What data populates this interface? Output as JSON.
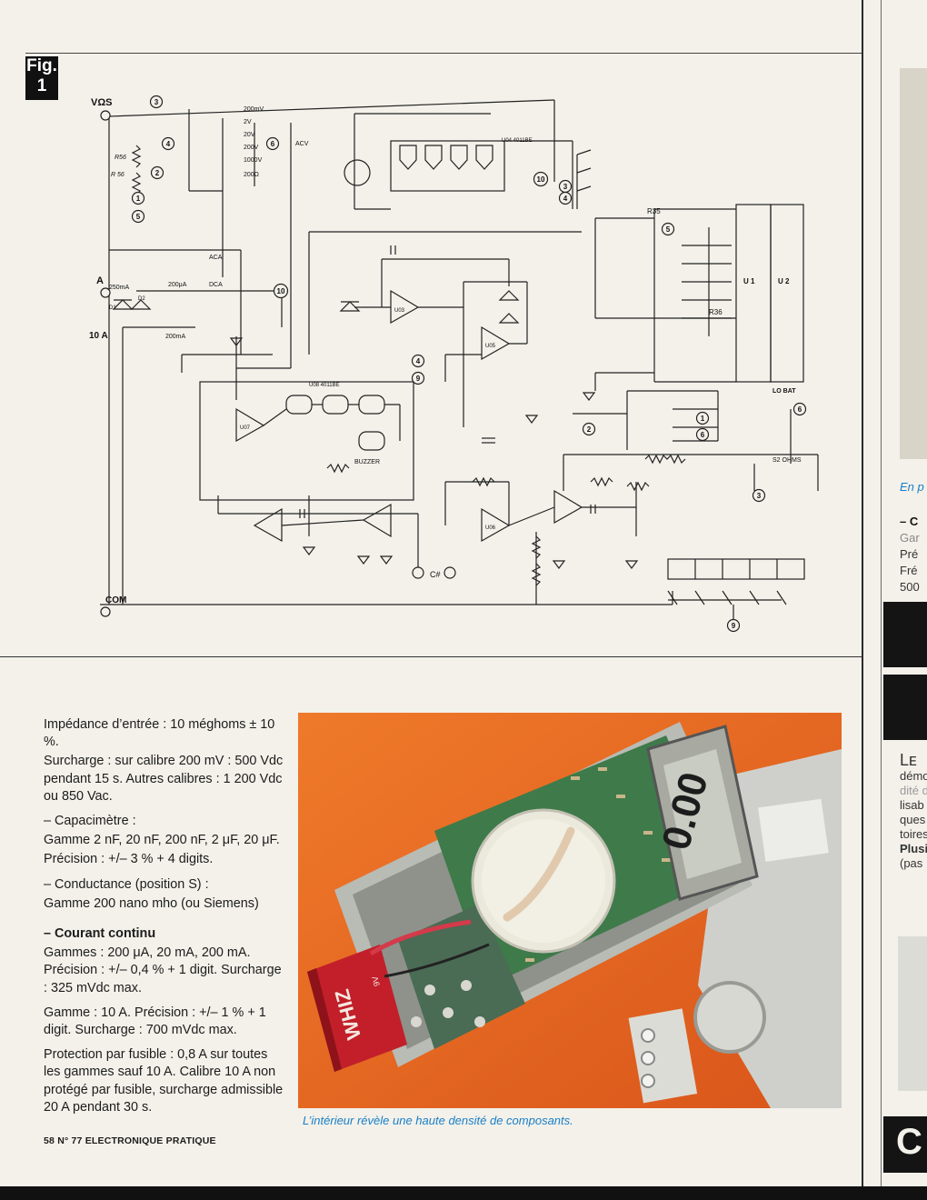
{
  "figure": {
    "label_line1": "Fig.",
    "label_line2": "1"
  },
  "schematic": {
    "terminals": {
      "vohms": "VΩS",
      "amp": "A",
      "ten_amp": "10 A",
      "com": "COM",
      "cx": "C#"
    },
    "ranges_v": [
      "200mV",
      "2V",
      "20V",
      "200V",
      "1000V",
      "200Ω"
    ],
    "ranges_a": [
      "250mA",
      "200μA",
      "200mA"
    ],
    "labels": {
      "acv": "ACV",
      "aca": "ACA",
      "dca": "DCA",
      "lo_bat": "LO BAT",
      "buzzer": "BUZZER",
      "ohms": "S2 OHMS",
      "u1": "U 1",
      "u2": "U 2",
      "u04": "U04 4011BE",
      "u08": "U08 4011BE",
      "u03": "U03",
      "u05": "U05",
      "u06": "U06",
      "u07": "U07",
      "d1": "D1",
      "d2": "D2",
      "r56": "R56",
      "r56b": "R 56",
      "r35": "R35",
      "r36": "R36"
    },
    "circled": [
      "1",
      "2",
      "3",
      "4",
      "5",
      "6",
      "9",
      "10"
    ]
  },
  "specs": {
    "paragraphs": [
      {
        "text": "Impédance d’entrée : 10 méghoms ± 10 %.",
        "bold": false
      },
      {
        "text": "Surcharge : sur calibre 200 mV : 500 Vdc pendant 15 s. Autres calibres : 1 200 Vdc ou 850 Vac.",
        "bold": false
      },
      {
        "text": "– Capacimètre :",
        "bold": false
      },
      {
        "text": "Gamme 2 nF, 20 nF, 200 nF, 2 μF, 20 μF.",
        "bold": false
      },
      {
        "text": "Précision : +/– 3 % + 4 digits.",
        "bold": false
      },
      {
        "text": "– Conductance (position S) :",
        "bold": false
      },
      {
        "text": "Gamme 200 nano mho (ou Siemens)",
        "bold": false
      },
      {
        "text": "– Courant continu",
        "bold": true
      },
      {
        "text": "Gammes : 200 μA, 20 mA, 200 mA. Précision : +/– 0,4 % + 1 digit. Surcharge : 325 mVdc max.",
        "bold": false
      },
      {
        "text": "Gamme : 10 A. Précision : +/– 1 % + 1 digit. Surcharge : 700 mVdc max.",
        "bold": false
      },
      {
        "text": "Protection par fusible : 0,8 A sur toutes les gammes sauf 10 A. Calibre 10 A non protégé par fusible, surcharge admissible 20 A pendant 30 s.",
        "bold": false
      }
    ]
  },
  "photo": {
    "display_reading": "0.00",
    "battery_brand": "WHIZ",
    "battery_voltage": "9V"
  },
  "caption": "L’intérieur révèle une haute densité de composants.",
  "footer": "58 N° 77 ELECTRONIQUE PRATIQUE",
  "right_column": {
    "caption_fragment": "En p",
    "lines": [
      "– C",
      "Gar",
      "Pré",
      "Fré",
      "500"
    ],
    "lines2": [
      "Lᴇ",
      "démo",
      "dité d",
      "lisab",
      "ques",
      "toires",
      "Plusi",
      "(pas"
    ],
    "bottom_letter": "C"
  },
  "colors": {
    "photo_bg": "#e8641c",
    "caption": "#1a7fc8",
    "pcb": "#3f7a4a"
  }
}
